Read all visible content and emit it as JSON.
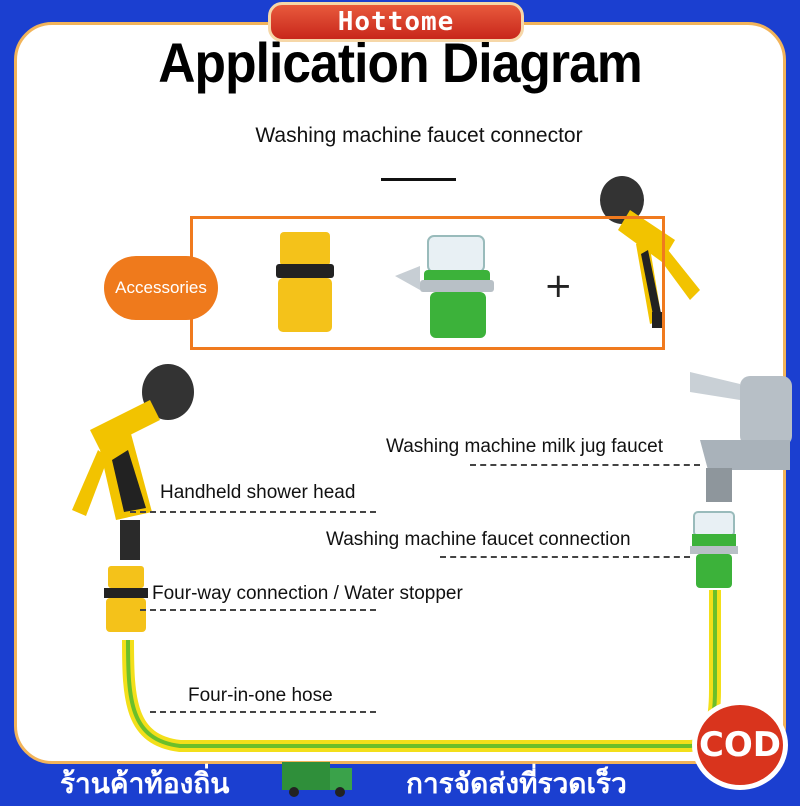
{
  "brand": "Hottome",
  "title": "Application Diagram",
  "subtitle": "Washing machine faucet connector",
  "accessories_label": "Accessories",
  "plus": "+",
  "labels": {
    "milk_jug_faucet": "Washing machine milk jug faucet",
    "shower_head": "Handheld shower head",
    "faucet_connection": "Washing machine faucet connection",
    "four_way": "Four-way connection / Water stopper",
    "hose": "Four-in-one hose"
  },
  "footer": {
    "left": "ร้านค้าท้องถิ่น",
    "right": "การจัดส่งที่รวดเร็ว",
    "badge": "COD"
  },
  "colors": {
    "background": "#1b3fd0",
    "accent_orange": "#ef7a1c",
    "brand_red": "#c8271b",
    "connector_green": "#3cb23a",
    "gun_yellow": "#f2c300"
  }
}
